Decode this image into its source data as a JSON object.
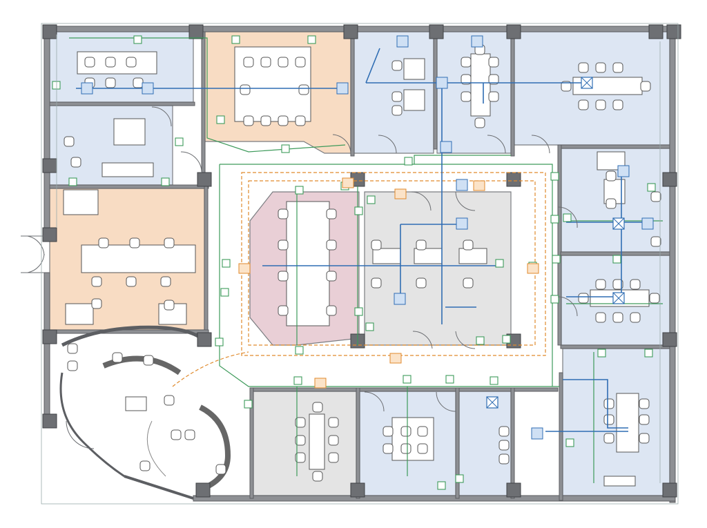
{
  "colors": {
    "office_blue": "#dde6f3",
    "office_peach": "#f8dcc3",
    "conference_pink": "#e9cfd6",
    "open_gray": "#e4e4e4",
    "duct_supply": "#2f6db3",
    "duct_return": "#3d9a5a",
    "duct_exhaust": "#e08a2c"
  },
  "rooms": [
    {
      "id": "office-nw",
      "tint": "office_blue"
    },
    {
      "id": "workroom-north",
      "tint": "office_peach"
    },
    {
      "id": "office-n1",
      "tint": "office_blue"
    },
    {
      "id": "meeting-n2",
      "tint": "office_blue"
    },
    {
      "id": "meeting-ne",
      "tint": "office_blue"
    },
    {
      "id": "lounge-west",
      "tint": "office_blue"
    },
    {
      "id": "open-west",
      "tint": "office_peach"
    },
    {
      "id": "conference-central",
      "tint": "conference_pink"
    },
    {
      "id": "open-central",
      "tint": "open_gray"
    },
    {
      "id": "office-east",
      "tint": "office_blue"
    },
    {
      "id": "meeting-east",
      "tint": "office_blue"
    },
    {
      "id": "office-se",
      "tint": "office_blue"
    },
    {
      "id": "meeting-south",
      "tint": "open_gray"
    },
    {
      "id": "office-south",
      "tint": "office_blue"
    },
    {
      "id": "restroom-south",
      "tint": "office_blue"
    }
  ]
}
